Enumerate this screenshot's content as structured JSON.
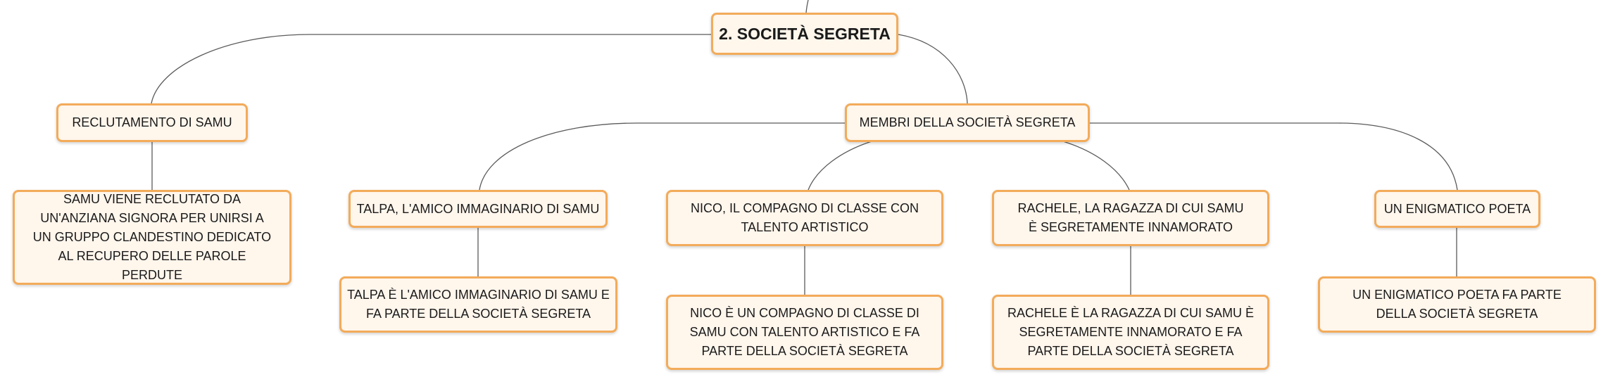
{
  "mindmap": {
    "accent_border": "#f3ab5a",
    "node_fill": "#fff6ec",
    "link_color": "#5b5b5b",
    "root": {
      "label": "2. SOCIETÀ SEGRETA"
    },
    "reclutamento": {
      "label": "RECLUTAMENTO DI SAMU",
      "detail": "SAMU VIENE RECLUTATO DA UN'ANZIANA SIGNORA PER UNIRSI A UN GRUPPO CLANDESTINO DEDICATO AL RECUPERO DELLE PAROLE PERDUTE"
    },
    "membri": {
      "label": "MEMBRI DELLA SOCIETÀ SEGRETA",
      "members": [
        {
          "label": "TALPA, L'AMICO IMMAGINARIO DI SAMU",
          "detail": "TALPA È L'AMICO IMMAGINARIO DI SAMU E FA PARTE DELLA SOCIETÀ SEGRETA"
        },
        {
          "label": "NICO, IL COMPAGNO DI CLASSE CON TALENTO ARTISTICO",
          "detail": "NICO È UN COMPAGNO DI CLASSE DI SAMU CON TALENTO ARTISTICO E FA PARTE DELLA SOCIETÀ SEGRETA"
        },
        {
          "label": "RACHELE, LA RAGAZZA DI CUI SAMU È SEGRETAMENTE INNAMORATO",
          "detail": "RACHELE È LA RAGAZZA DI CUI SAMU È SEGRETAMENTE INNAMORATO E FA PARTE DELLA SOCIETÀ SEGRETA"
        },
        {
          "label": "UN ENIGMATICO POETA",
          "detail": "UN ENIGMATICO POETA FA PARTE DELLA SOCIETÀ SEGRETA"
        }
      ]
    }
  }
}
